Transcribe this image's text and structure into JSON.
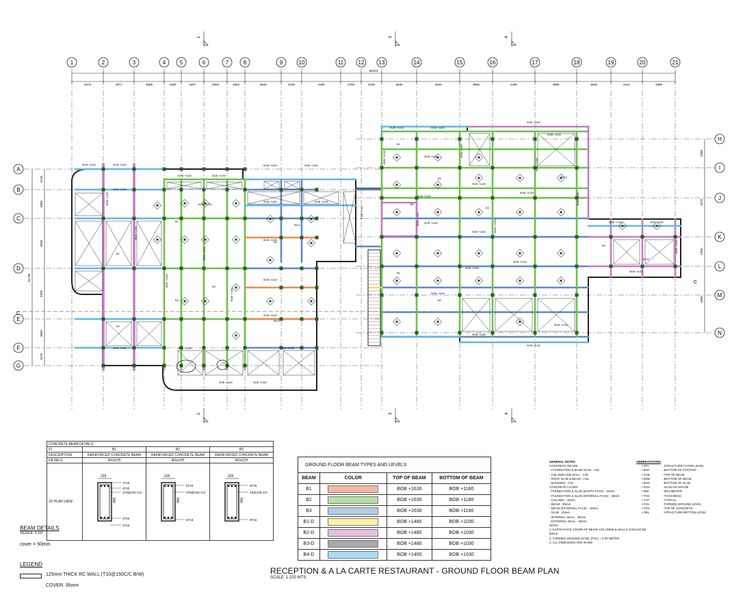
{
  "grid": {
    "columns": [
      "1",
      "2",
      "3",
      "4",
      "5",
      "6",
      "7",
      "8",
      "9",
      "10",
      "11",
      "12",
      "13",
      "14",
      "15",
      "16",
      "17",
      "18",
      "19",
      "20",
      "21"
    ],
    "rows": [
      "A",
      "B",
      "C",
      "D",
      "E",
      "F",
      "G",
      "H",
      "I",
      "J",
      "K",
      "L",
      "M",
      "N"
    ],
    "section_markers": [
      "1",
      "1",
      "3",
      "3",
      "4",
      "4",
      "C",
      "C"
    ]
  },
  "dimensions": {
    "top": [
      "3374",
      "3371",
      "3366",
      "1600",
      "2457",
      "2503",
      "1553",
      "3633",
      "2160",
      "4150",
      "2700",
      "2150",
      "3630",
      "4640",
      "3660",
      "4280",
      "4950",
      "3620",
      "2414",
      "3399"
    ],
    "total_top": "86434",
    "left": [
      "2136",
      "3060",
      "5505",
      "5995",
      "3060",
      "1670"
    ],
    "left_total": "31730",
    "right": [
      "2000",
      "3270",
      "1950",
      "3300"
    ]
  },
  "labels": {
    "bob_1030": "BOB +1030",
    "bob_1160": "BOB +1160",
    "bob_1180": "BOB +1180",
    "beam_b1": "B1",
    "beam_b2": "B2",
    "beam_b3": "B3",
    "beam_b4d": "B4-D"
  },
  "beam_table": {
    "title": "GROUND FLOOR BEAM TYPES AND LEVELS",
    "headers": [
      "BEAM",
      "COLOR",
      "TOP OF BEAM",
      "BOTTOM OF BEAM"
    ],
    "rows": [
      {
        "beam": "B1",
        "color": "#f5b8a6",
        "top": "BOB +1630",
        "bottom": "BOB +1180"
      },
      {
        "beam": "B2",
        "color": "#b8e0a6",
        "top": "BOB +1630",
        "bottom": "BOB +1180"
      },
      {
        "beam": "B3",
        "color": "#b6cbe6",
        "top": "BOB +1630",
        "bottom": "BOB +1180"
      },
      {
        "beam": "B1-D",
        "color": "#fbf0a8",
        "top": "BOB +1480",
        "bottom": "BOB +1030"
      },
      {
        "beam": "B2-D",
        "color": "#e3bfe4",
        "top": "BOB +1480",
        "bottom": "BOB +1030"
      },
      {
        "beam": "B3-D",
        "color": "#a9a9a9",
        "top": "BOB +1480",
        "bottom": "BOB +1030"
      },
      {
        "beam": "B4-D",
        "color": "#a9dcf3",
        "top": "BOB +1400",
        "bottom": "BOB +1030"
      }
    ]
  },
  "concrete_beam_details": {
    "title": "CONCRETE BEAM DETAILS",
    "row_labels": [
      "ID",
      "DESCRIPTION",
      "DETAILS"
    ],
    "ids": [
      "B1",
      "B2",
      "B3"
    ],
    "descriptions": [
      "REINFORCED CONCRETE BEAM",
      "REINFORCED CONCRETE BEAM",
      "REINFORCED CONCRETE BEAM"
    ],
    "sizes": [
      "450x225",
      "450x225",
      "450x225"
    ],
    "view_label": "2D PLAN VIEW",
    "sections": [
      {
        "width": "225",
        "height": "450",
        "bars": [
          "1T16",
          "4T20",
          "2T8@100 C/C",
          "4T20",
          "1T16"
        ]
      },
      {
        "width": "225",
        "height": "450",
        "bars": [
          "5T16",
          "2T8@150 C/C",
          "5T16"
        ]
      },
      {
        "width": "225",
        "height": "450",
        "bars": [
          "5T16",
          "T8@125 C/C",
          "5T16"
        ]
      }
    ]
  },
  "beam_details": {
    "title": "BEAM DETAILS",
    "scale": "SCALE 1:20",
    "cover": "cover = 50mm"
  },
  "legend": {
    "title": "LEGEND",
    "wall": "125mm THICK RC WALL (T10@150C/C B/W)",
    "cover": "COVER: 35mm"
  },
  "general_notes": {
    "title": "GENERAL NOTES",
    "lines": [
      "CONCRETE GRADE",
      "- FOUNDATION & BASE SLAB - C25",
      "- COLUMN AND WALL - C25",
      "- ROOF SLAB & BEAM - C25",
      "- BLINDING - C10",
      "CONCRETE COVER",
      "- FOUNDATION & SLAB (EARTH FACE) - 50mm",
      "- FOUNDATION & SLAB (INTERNAL FACE) - 35mm",
      "- COLUMN - 40mm",
      "- BEAM - 35mm",
      "- BEAM (EXTERNAL FACE) - 40mm",
      "- SLAB - 25mm",
      "- INTERNAL WALL - 30mm",
      "- EXTERNAL WALL - 40mm",
      "NOTE:",
      "1. EARTH FACE COVER OF BEAM, COLUMNS & WALLS SHOULD BE 50mm.",
      "2. FORMED GROUND LEVEL (FGL) = 0.00 METER.",
      "3. ALL DIMENSION ARE IN MM."
    ]
  },
  "abbreviations": {
    "title": "ABBREVIATIONS",
    "items": [
      [
        "SFL",
        "STRUCTURE FLOOR LEVEL"
      ],
      [
        "BOF",
        "BOTTOM OF FOOTING"
      ],
      [
        "TOB",
        "TOP OF BEAM"
      ],
      [
        "BOB",
        "BOTTOM OF BEAM"
      ],
      [
        "BOS",
        "BOTTOM OF SLAB"
      ],
      [
        "SOG",
        "SLAB ON GRADE"
      ],
      [
        "MM",
        "MILLIMETER"
      ],
      [
        "THK",
        "THICKNESS"
      ],
      [
        "TYP",
        "TYPICAL"
      ],
      [
        "FGL",
        "FORMED GROUND LEVEL"
      ],
      [
        "TOC",
        "TOP OF CONCRETE"
      ],
      [
        "SBL",
        "STRUCTURE BOTTOM LEVEL"
      ]
    ]
  },
  "drawing_title": {
    "main": "RECEPTION & A LA CARTE RESTAURANT - GROUND FLOOR BEAM PLAN",
    "scale": "SCALE: 1:220 MTS."
  }
}
